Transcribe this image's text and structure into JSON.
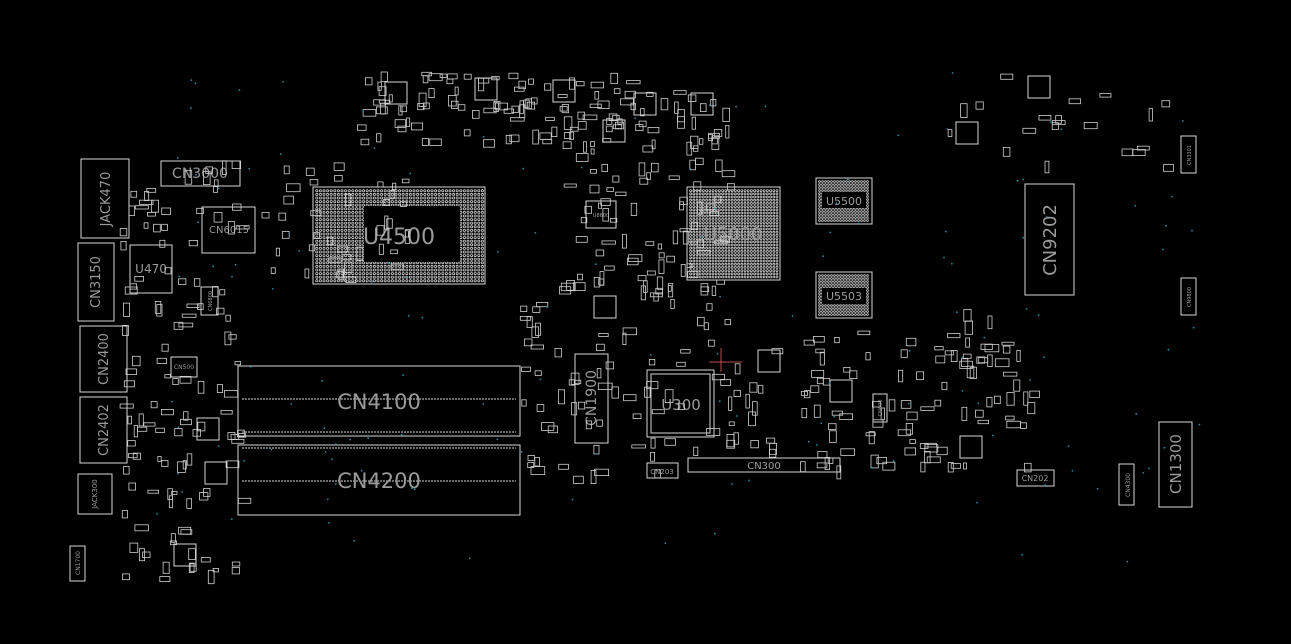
{
  "colors": {
    "background": "#000000",
    "outline": "#d6d6d6",
    "label": "#9a9a9a",
    "via": "#2a8a9e",
    "cursor": "#ff6b6b"
  },
  "components": {
    "u4500": "U4500",
    "u5000": "U5000",
    "u5500": "U5500",
    "u5503": "U5503",
    "cn9202": "CN9202",
    "cn4100": "CN4100",
    "cn4200": "CN4200",
    "cn1900": "CN1900",
    "u300": "U300",
    "cn300": "CN300",
    "cn1300": "CN1300",
    "cn3000": "CN3000",
    "jack470": "JACK470",
    "cn6015": "CN6015",
    "u470": "U470",
    "cn3150": "CN3150",
    "cn2400": "CN2400",
    "cn2402": "CN2402",
    "jack300": "JACK300",
    "cn1700": "CN1700",
    "cn500": "CN500",
    "cn203": "CN203",
    "cn202": "CN202",
    "cn4300": "CN4300",
    "cn6800": "CN6800",
    "cn3301": "CN3301",
    "cn9800": "CN9800",
    "u8600": "U8600",
    "cn600": "CN600"
  }
}
